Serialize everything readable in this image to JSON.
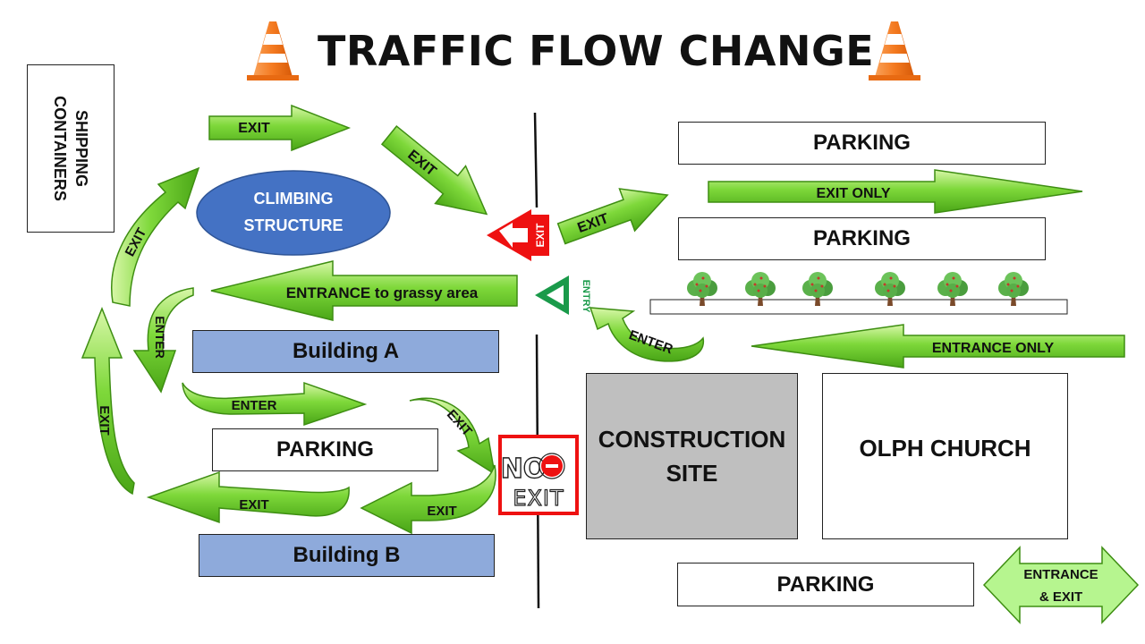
{
  "title": "TRAFFIC FLOW CHANGE",
  "icons": {
    "cone": "traffic-cone-icon",
    "tree": "tree-icon",
    "no_entry": "no-entry-icon"
  },
  "colors": {
    "arrow_green": "#66cc22",
    "arrow_dark": "#3e8e12",
    "light_green": "#b6f58f",
    "building_blue": "#8eaadb",
    "climbing_blue": "#4472c4",
    "construction_gray": "#bfbfbf",
    "sign_red": "#ee1111",
    "entry_green": "#1a9a4a",
    "cone_orange": "#f47a20"
  },
  "areas": {
    "shipping_containers": [
      "SHIPPING",
      "CONTAINERS"
    ],
    "climbing_structure": [
      "CLIMBING",
      "STRUCTURE"
    ],
    "building_a": "Building A",
    "building_b": "Building B",
    "parking_left": "PARKING",
    "parking_right_top": "PARKING",
    "parking_right_middle": "PARKING",
    "parking_bottom": "PARKING",
    "construction_site": [
      "CONSTRUCTION",
      "SITE"
    ],
    "church": "OLPH CHURCH"
  },
  "arrows": {
    "exit_top": "EXIT",
    "exit_diagonal": "EXIT",
    "exit_right": "EXIT",
    "exit_only": "EXIT ONLY",
    "exit_left_curve": "EXIT",
    "exit_left_vertical": "EXIT",
    "entrance_grassy": "ENTRANCE to grassy area",
    "enter_curve": "ENTER",
    "enter_horizontal": "ENTER",
    "exit_to_noexit": "EXIT",
    "exit_bottom_right": "EXIT",
    "exit_bottom_left": "EXIT",
    "enter_right": "ENTER",
    "entrance_only": "ENTRANCE ONLY",
    "entrance_and_exit": [
      "ENTRANCE",
      "& EXIT"
    ]
  },
  "signs": {
    "exit_sign": "EXIT",
    "entry_sign": "ENTRY",
    "no_exit": [
      "NO",
      "EXIT"
    ]
  }
}
